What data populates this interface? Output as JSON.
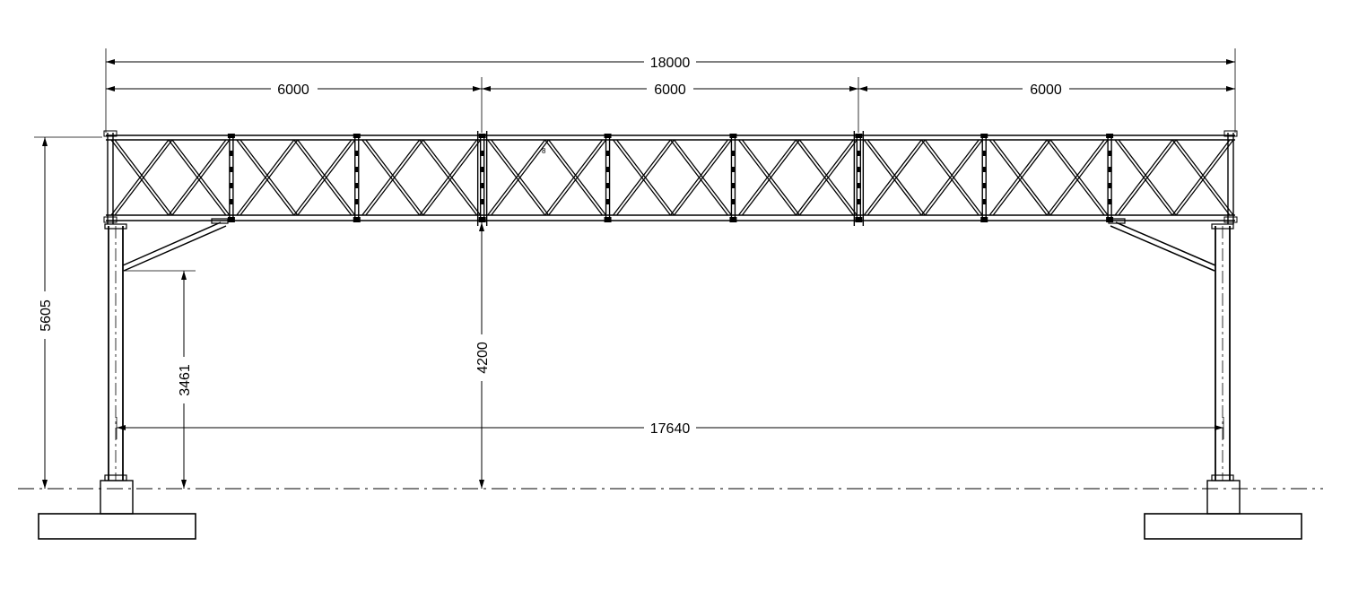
{
  "dimensions": {
    "overall_span": "18000",
    "segment_1": "6000",
    "segment_2": "6000",
    "segment_3": "6000",
    "clear_span": "17640",
    "total_height": "5605",
    "clear_height": "4200",
    "brace_height": "3461"
  },
  "colors": {
    "line": "#000000",
    "background": "#ffffff"
  }
}
